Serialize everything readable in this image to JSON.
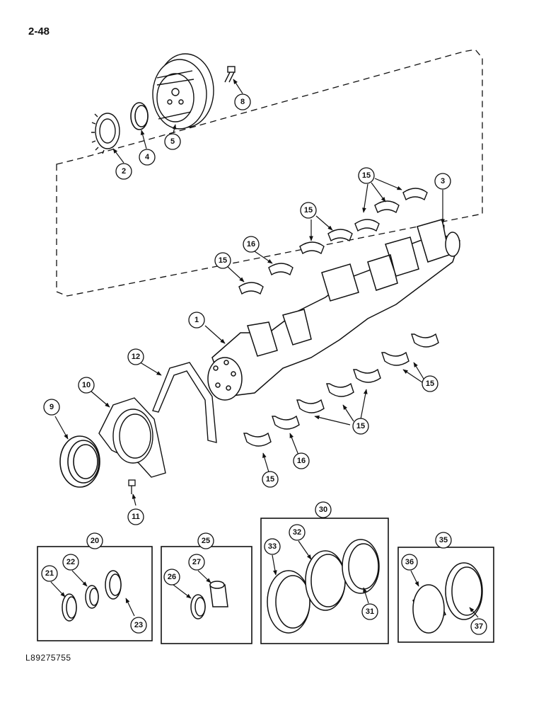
{
  "page": {
    "number": "2-48",
    "figure_id": "L89275755"
  },
  "callouts": {
    "c1": "1",
    "c2": "2",
    "c3": "3",
    "c4": "4",
    "c5": "5",
    "c8": "8",
    "c9": "9",
    "c10": "10",
    "c11": "11",
    "c12": "12",
    "c15a": "15",
    "c15b": "15",
    "c15c": "15",
    "c15d": "15",
    "c15e": "15",
    "c15f": "15",
    "c16a": "16",
    "c16b": "16",
    "c20": "20",
    "c21": "21",
    "c22": "22",
    "c23": "23",
    "c25": "25",
    "c26": "26",
    "c27": "27",
    "c30": "30",
    "c31": "31",
    "c32": "32",
    "c33": "33",
    "c35": "35",
    "c36": "36",
    "c37": "37"
  }
}
